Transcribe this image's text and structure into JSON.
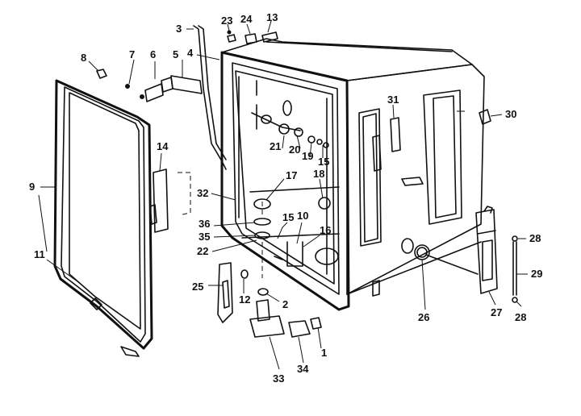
{
  "callouts": {
    "c1": "1",
    "c2": "2",
    "c3": "3",
    "c4": "4",
    "c5": "5",
    "c6": "6",
    "c7": "7",
    "c8": "8",
    "c9": "9",
    "c10": "10",
    "c11": "11",
    "c12": "12",
    "c13": "13",
    "c14": "14",
    "c15a": "15",
    "c15b": "15",
    "c16": "16",
    "c17": "17",
    "c18": "18",
    "c19": "19",
    "c20": "20",
    "c21": "21",
    "c22": "22",
    "c23": "23",
    "c24": "24",
    "c25": "25",
    "c26": "26",
    "c27": "27",
    "c28a": "28",
    "c28b": "28",
    "c29": "29",
    "c30": "30",
    "c31": "31",
    "c32": "32",
    "c33": "33",
    "c34": "34",
    "c35": "35",
    "c36": "36"
  }
}
